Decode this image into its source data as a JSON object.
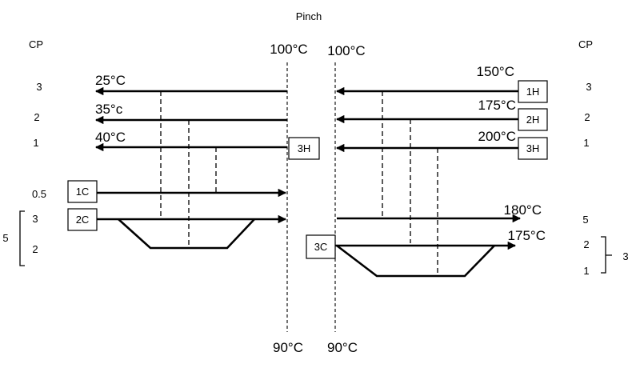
{
  "title": "Pinch",
  "cp_header_left": "CP",
  "cp_header_right": "CP",
  "pinch": {
    "top_left": "100°C",
    "top_right": "100°C",
    "bottom_left": "90°C",
    "bottom_right": "90°C"
  },
  "left_side": {
    "hot_streams": [
      {
        "cp": "3",
        "temp": "25°C"
      },
      {
        "cp": "2",
        "temp": "35°c"
      },
      {
        "cp": "1",
        "temp": "40°C",
        "box": "3H"
      }
    ],
    "cold_streams": [
      {
        "cp": "0.5",
        "box": "1C"
      },
      {
        "cp": "3",
        "box": "2C"
      }
    ],
    "split_cp": "2",
    "total_cp": "5"
  },
  "right_side": {
    "hot_streams": [
      {
        "cp": "3",
        "temp": "150°C",
        "box": "1H"
      },
      {
        "cp": "2",
        "temp": "175°C",
        "box": "2H"
      },
      {
        "cp": "1",
        "temp": "200°C",
        "box": "3H"
      }
    ],
    "cold_streams": [
      {
        "cp": "5",
        "temp": "180°C"
      },
      {
        "cp": "2",
        "temp": "175°C",
        "box": "3C"
      }
    ],
    "split_cp": "1",
    "total_cp": "3"
  }
}
